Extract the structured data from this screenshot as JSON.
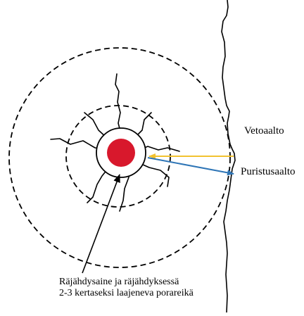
{
  "labels": {
    "tension_wave": "Vetoaalto",
    "compression_wave": "Puristusaalto",
    "explosive_line1": "Räjähdysaine ja räjähdyksessä",
    "explosive_line2": "2-3 kertaseksi laajeneva porareikä"
  },
  "colors": {
    "charge": "#d8182c",
    "tension_arrow": "#f2c230",
    "compression_arrow": "#2e75b6",
    "lines": "#000000"
  }
}
